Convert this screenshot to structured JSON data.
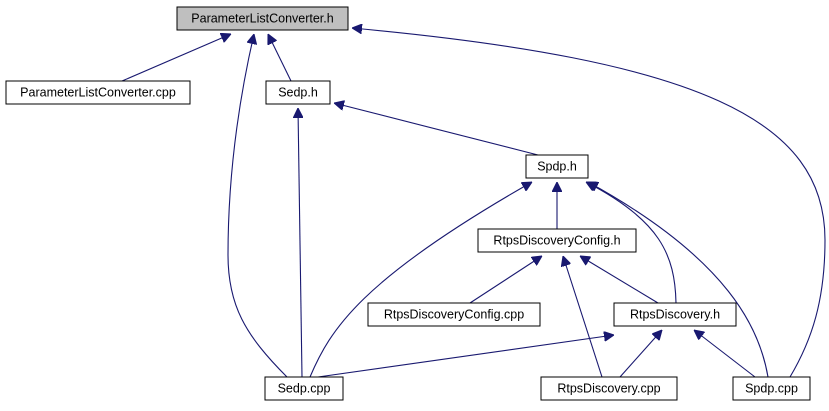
{
  "colors": {
    "edge": "#191970",
    "root_fill": "#bfbfbf",
    "node_fill": "#ffffff",
    "node_border": "#000000"
  },
  "nodes": {
    "root": "ParameterListConverter.h",
    "plc_cpp": "ParameterListConverter.cpp",
    "sedp_h": "Sedp.h",
    "spdp_h": "Spdp.h",
    "rdc_h": "RtpsDiscoveryConfig.h",
    "rdc_cpp": "RtpsDiscoveryConfig.cpp",
    "rd_h": "RtpsDiscovery.h",
    "sedp_cpp": "Sedp.cpp",
    "rd_cpp": "RtpsDiscovery.cpp",
    "spdp_cpp": "Spdp.cpp"
  },
  "edges": [
    {
      "from": "plc_cpp",
      "to": "root"
    },
    {
      "from": "sedp_h",
      "to": "root"
    },
    {
      "from": "sedp_cpp",
      "to": "root"
    },
    {
      "from": "spdp_cpp",
      "to": "root"
    },
    {
      "from": "spdp_h",
      "to": "sedp_h"
    },
    {
      "from": "sedp_cpp",
      "to": "sedp_h"
    },
    {
      "from": "rdc_h",
      "to": "spdp_h"
    },
    {
      "from": "sedp_cpp",
      "to": "spdp_h"
    },
    {
      "from": "rd_h",
      "to": "spdp_h"
    },
    {
      "from": "spdp_cpp",
      "to": "spdp_h"
    },
    {
      "from": "rdc_cpp",
      "to": "rdc_h"
    },
    {
      "from": "rd_h",
      "to": "rdc_h"
    },
    {
      "from": "rd_cpp",
      "to": "rdc_h"
    },
    {
      "from": "sedp_cpp",
      "to": "rd_h"
    },
    {
      "from": "rd_cpp",
      "to": "rd_h"
    },
    {
      "from": "spdp_cpp",
      "to": "rd_h"
    }
  ]
}
